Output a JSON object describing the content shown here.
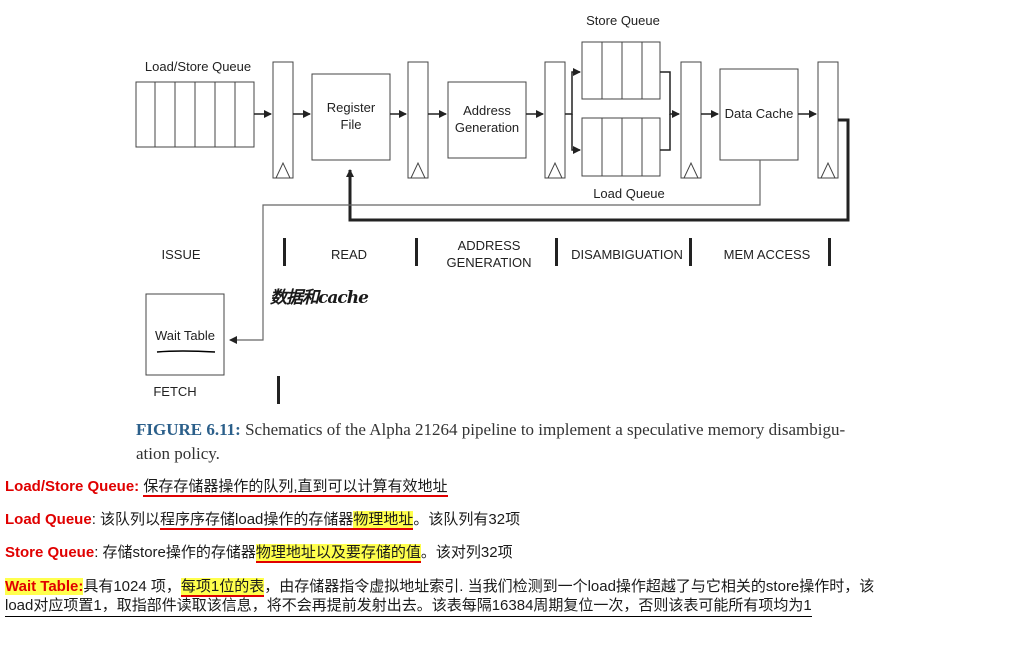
{
  "diagram": {
    "store_queue": "Store Queue",
    "load_store_queue": "Load/Store Queue",
    "register_file": [
      "Register",
      "File"
    ],
    "address_generation": [
      "Address",
      "Generation"
    ],
    "data_cache": "Data Cache",
    "load_queue": "Load Queue",
    "wait_table": "Wait Table",
    "fetch": "FETCH",
    "stages": {
      "issue": "ISSUE",
      "read": "READ",
      "address_generation": [
        "ADDRESS",
        "GENERATION"
      ],
      "disambiguation": "DISAMBIGUATION",
      "mem_access": "MEM ACCESS"
    },
    "handwritten_note": "数据和cache"
  },
  "caption": {
    "figure": "FIGURE 6.11:",
    "text_line1": "Schematics of the Alpha 21264 pipeline to implement a speculative memory disambigu-",
    "text_line2": "ation policy."
  },
  "notes": {
    "lsq_term": "Load/Store Queue:",
    "lsq_text": "保存存储器操作的队列,直到可以计算有效地址",
    "lq_term": "Load Queue",
    "lq_text_a": ": 该队列以",
    "lq_text_b": "程序序存储load操作的存储器",
    "lq_text_hl": "物理地址",
    "lq_text_c": "。该队列有32项",
    "sq_term": "Store Queue",
    "sq_text_a": ": 存储store操作的存储器",
    "sq_text_hl": "物理地址以及要存储的值",
    "sq_text_b": "。该对列32项",
    "wt_term": "Wait Table:",
    "wt_text_a": "具有1024 项，",
    "wt_text_b": "每项1位的表",
    "wt_text_c": "，由存储器指令虚拟地址索引. 当我们检测到一个load操作超越了与它相关的store操作时，该",
    "wt_line2": "load对应项置1，取指部件读取该信息，将不会再提前发射出去。该表每隔16384周期复位一次，否则该表可能所有项均为1"
  }
}
